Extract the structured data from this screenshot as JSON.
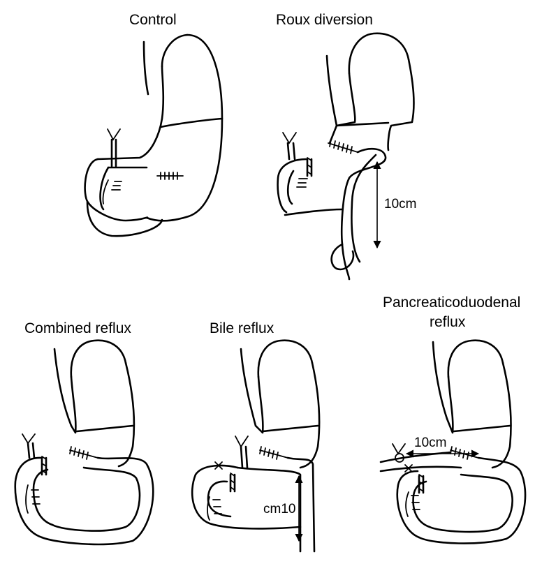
{
  "panels": {
    "control": {
      "title": "Control"
    },
    "roux": {
      "title": "Roux diversion",
      "measure": "10cm"
    },
    "combined": {
      "title": "Combined reflux"
    },
    "bile": {
      "title": "Bile reflux",
      "measure": "cm10"
    },
    "pancreatico": {
      "title_line1": "Pancreaticoduodenal",
      "title_line2": "reflux",
      "measure": "10cm"
    }
  }
}
